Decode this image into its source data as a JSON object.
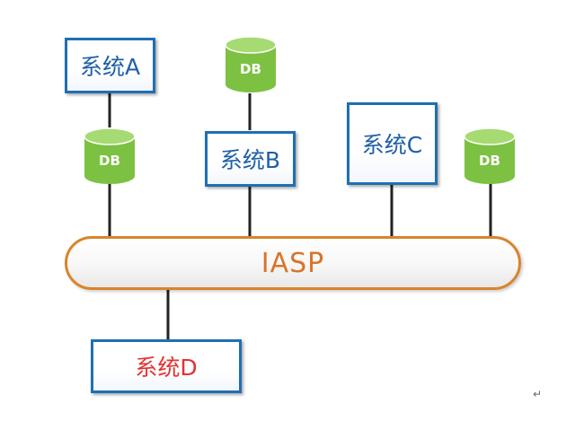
{
  "systems": {
    "a": "系统A",
    "b": "系统B",
    "c": "系统C",
    "d": "系统D"
  },
  "databases": {
    "db1": "DB",
    "db2": "DB",
    "db3": "DB"
  },
  "bus": {
    "label": "IASP"
  },
  "paragraph_mark": "↵",
  "colors": {
    "box_border": "#1f6fb4",
    "box_text": "#1f5fa8",
    "highlight_text": "#e53131",
    "bus_border": "#d9842a",
    "bus_text": "#d9742a",
    "db_fill": "#7cc142",
    "connector": "#222222"
  }
}
